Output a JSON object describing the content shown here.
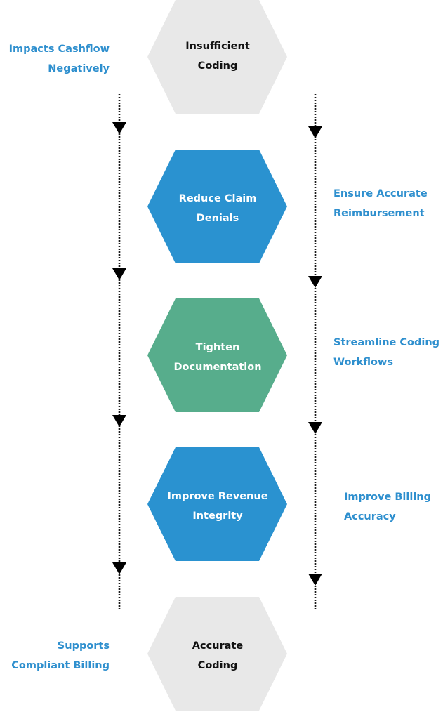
{
  "colors": {
    "gray_hex": "#e8e8e8",
    "blue_hex": "#2a92d0",
    "green_hex": "#57ad8c",
    "side_label": "#2e8fce",
    "dark_text": "#111111",
    "light_text": "#ffffff",
    "connector": "#000000"
  },
  "steps": [
    {
      "line1": "Insufficient",
      "line2": "Coding",
      "style": "gray"
    },
    {
      "line1": "Reduce Claim",
      "line2": "Denials",
      "style": "blue"
    },
    {
      "line1": "Tighten",
      "line2": "Documentation",
      "style": "green"
    },
    {
      "line1": "Improve Revenue",
      "line2": "Integrity",
      "style": "blue"
    },
    {
      "line1": "Accurate",
      "line2": "Coding",
      "style": "gray"
    }
  ],
  "left_labels": [
    {
      "line1": "Impacts Cashflow",
      "line2": "Negatively"
    },
    {
      "line1": "Supports",
      "line2": "Compliant Billing"
    }
  ],
  "right_labels": [
    {
      "line1": "Ensure Accurate",
      "line2": "Reimbursement"
    },
    {
      "line1": "Streamline Coding",
      "line2": "Workflows"
    },
    {
      "line1": "Improve Billing",
      "line2": "Accuracy"
    }
  ]
}
